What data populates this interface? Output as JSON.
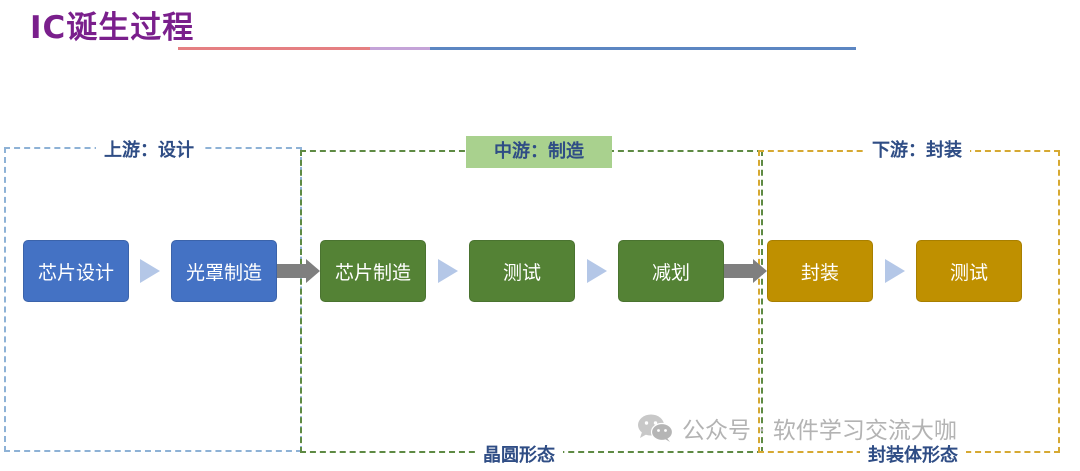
{
  "title": "IC诞生过程",
  "regions": {
    "upstream": "上游：设计",
    "midstream": "中游：制造",
    "downstream": "下游：封装"
  },
  "forms": {
    "wafer": "晶圆形态",
    "package": "封装体形态"
  },
  "steps": [
    {
      "label": "芯片设计",
      "stage": "upstream",
      "color": "#4472c4"
    },
    {
      "label": "光罩制造",
      "stage": "upstream",
      "color": "#4472c4"
    },
    {
      "label": "芯片制造",
      "stage": "midstream",
      "color": "#548235"
    },
    {
      "label": "测试",
      "stage": "midstream",
      "color": "#548235"
    },
    {
      "label": "减划",
      "stage": "midstream",
      "color": "#548235"
    },
    {
      "label": "封装",
      "stage": "downstream",
      "color": "#bf9000"
    },
    {
      "label": "测试",
      "stage": "downstream",
      "color": "#bf9000"
    }
  ],
  "watermark": {
    "icon": "wechat-icon",
    "text": "公众号 · 软件学习交流大咖"
  }
}
